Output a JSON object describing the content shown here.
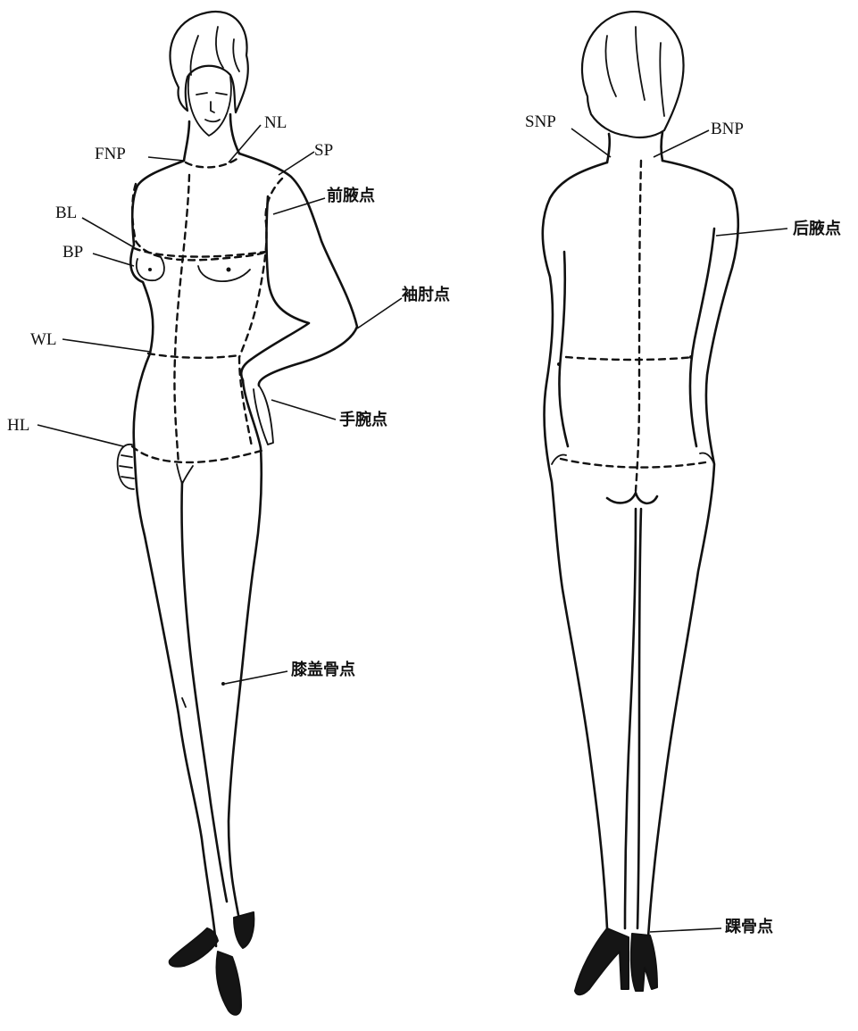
{
  "labels": {
    "nl": "NL",
    "fnp": "FNP",
    "sp": "SP",
    "front_armpit": "前腋点",
    "bl": "BL",
    "bp": "BP",
    "elbow": "袖肘点",
    "wl": "WL",
    "wrist": "手腕点",
    "hl": "HL",
    "knee": "膝盖骨点",
    "snp": "SNP",
    "bnp": "BNP",
    "back_armpit": "后腋点",
    "ankle": "踝骨点"
  }
}
